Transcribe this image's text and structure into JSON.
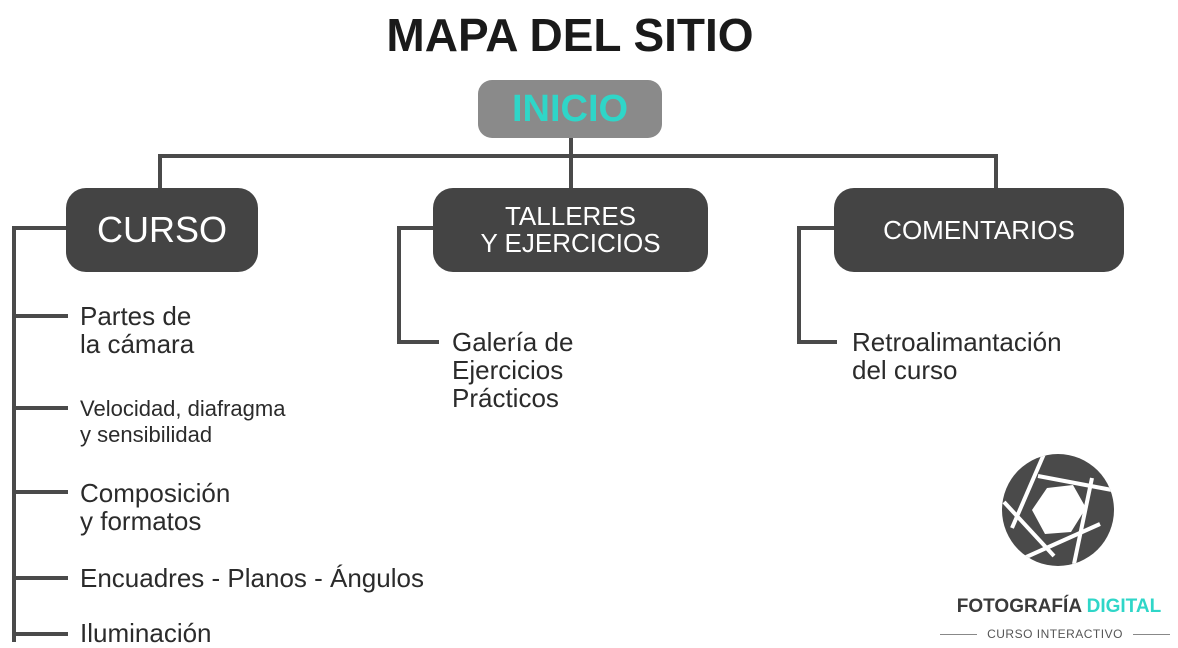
{
  "title": "MAPA DEL SITIO",
  "root": {
    "label": "INICIO"
  },
  "sections": [
    {
      "label": "CURSO",
      "children": [
        "Partes de\nla cámara",
        "Velocidad, diafragma\ny sensibilidad",
        "Composición\ny formatos",
        "Encuadres - Planos - Ángulos",
        "Iluminación"
      ]
    },
    {
      "label": "TALLERES\nY EJERCICIOS",
      "children": [
        "Galería de\nEjercicios\nPrácticos"
      ]
    },
    {
      "label": "COMENTARIOS",
      "children": [
        "Retroalimantación\ndel curso"
      ]
    }
  ],
  "brand": {
    "name_main": "FOTOGRAFÍA",
    "name_accent": "DIGITAL",
    "tagline": "CURSO INTERACTIVO",
    "logo_icon": "camera-aperture-icon"
  },
  "colors": {
    "accent": "#2fd6c8",
    "box_dark": "#444444",
    "root_box": "#8a8a8a"
  }
}
